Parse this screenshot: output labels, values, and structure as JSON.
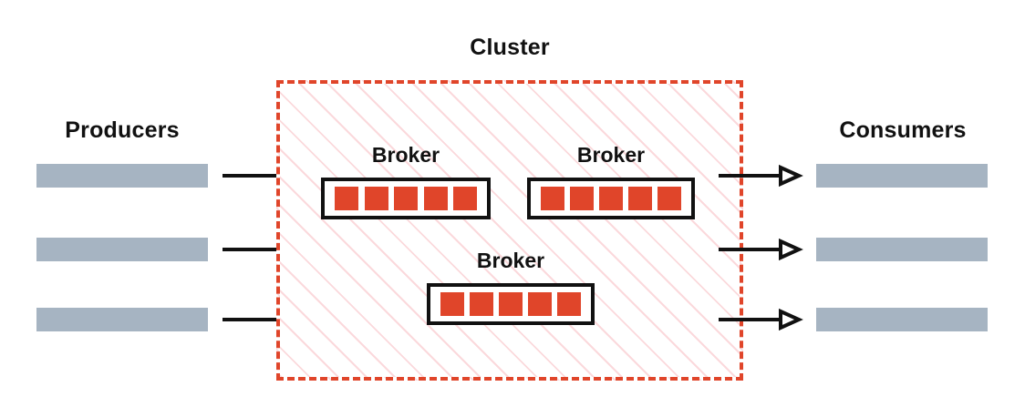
{
  "diagram": {
    "title": "Cluster",
    "background": "#ffffff",
    "accent_red": "#E0452A",
    "hatch_pink": "#FBD9DC",
    "client_gray": "#A6B4C2",
    "outline_black": "#111111"
  },
  "producers": {
    "label": "Producers",
    "items": [
      {
        "name": "producer-1"
      },
      {
        "name": "producer-2"
      },
      {
        "name": "producer-3"
      }
    ]
  },
  "consumers": {
    "label": "Consumers",
    "items": [
      {
        "name": "consumer-1"
      },
      {
        "name": "consumer-2"
      },
      {
        "name": "consumer-3"
      }
    ]
  },
  "cluster": {
    "label": "Cluster",
    "brokers": [
      {
        "label": "Broker",
        "partition_count": 5
      },
      {
        "label": "Broker",
        "partition_count": 5
      },
      {
        "label": "Broker",
        "partition_count": 5
      }
    ]
  },
  "arrows": {
    "inbound": [
      {
        "name": "producer-1-to-cluster"
      },
      {
        "name": "producer-2-to-cluster"
      },
      {
        "name": "producer-3-to-cluster"
      }
    ],
    "outbound": [
      {
        "name": "cluster-to-consumer-1"
      },
      {
        "name": "cluster-to-consumer-2"
      },
      {
        "name": "cluster-to-consumer-3"
      }
    ]
  }
}
